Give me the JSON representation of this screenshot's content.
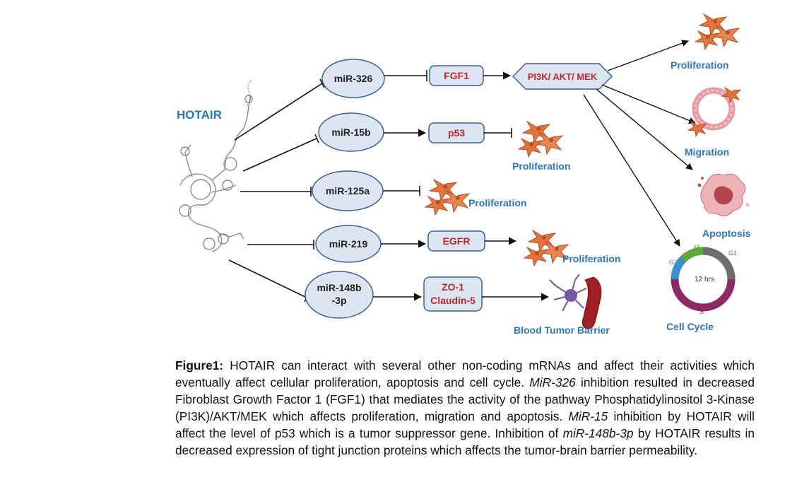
{
  "diagram": {
    "source_label": "HOTAIR",
    "mirnas": [
      "miR-326",
      "miR-15b",
      "miR-125a",
      "miR-219",
      "miR-148b",
      "-3p"
    ],
    "targets": {
      "fgf1": "FGF1",
      "pathway": "PI3K/ AKT/ MEK",
      "p53": "p53",
      "egfr": "EGFR",
      "zo1": "ZO-1",
      "claudin5": "Claudin-5"
    },
    "outcomes": {
      "proliferation_top": "Proliferation",
      "migration": "Migration",
      "apoptosis": "Apoptosis",
      "cell_cycle": "Cell Cycle",
      "proliferation_p53": "Proliferation",
      "proliferation_125a": "Proliferation",
      "proliferation_egfr": "Proliferation",
      "blood_tumor_barrier": "Blood Tumor Barrier"
    },
    "cell_cycle": {
      "center_label": "12 hrs",
      "phases": [
        "M",
        "G1",
        "S",
        "G2"
      ],
      "phase_colors": {
        "M": "#5aab3a",
        "G1": "#6d6d6d",
        "S": "#8e2a63",
        "G2": "#3a8fd0"
      }
    },
    "colors": {
      "node_fill": "#dce6f2",
      "node_stroke": "#3f5f8f",
      "target_text": "#c0272d",
      "outcome_text": "#2e75b6",
      "cell_fill": "#e2743b"
    }
  },
  "caption": {
    "heading": "Figure1:",
    "t1": " HOTAIR can interact with several other non-coding mRNAs and affect their activities which eventually affect cellular proliferation, apoptosis and cell cycle. ",
    "i1": "MiR-326",
    "t2": " inhibition resulted in decreased Fibroblast Growth Factor 1 (FGF1) that mediates the activity of the pathway Phosphatidylinositol 3-Kinase (PI3K)/AKT/MEK which affects proliferation, migration and apoptosis. ",
    "i2": "MiR-15",
    "t3": " inhibition by HOTAIR will affect the level of p53 which is a tumor suppressor gene. Inhibition of ",
    "i3": "miR-148b-3p",
    "t4": " by HOTAIR results in decreased expression of tight junction proteins which affects the tumor-brain barrier permeability."
  }
}
